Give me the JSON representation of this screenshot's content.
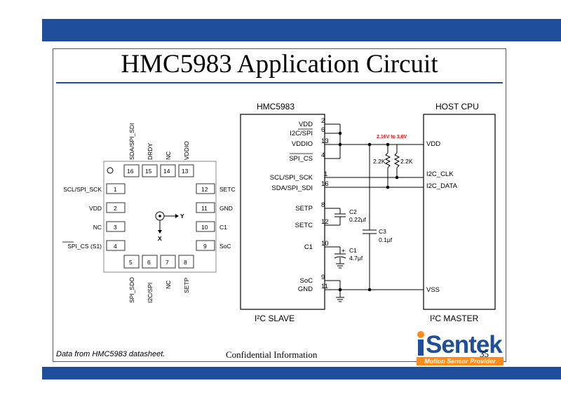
{
  "slide": {
    "title": "HMC5983 Application Circuit",
    "footnote": "Data from HMC5983 datasheet.",
    "confidential": "Confidential Information",
    "page_number": "35",
    "logo_text": "Sentek",
    "logo_tagline": "Motion Sensor Provider"
  },
  "package": {
    "left_pins": [
      {
        "name": "SCL/SPI_SCK",
        "num": "1"
      },
      {
        "name": "VDD",
        "num": "2"
      },
      {
        "name": "NC",
        "num": "3"
      },
      {
        "name": "SPI_CS (S1)",
        "num": "4"
      }
    ],
    "bottom_pins": [
      {
        "name": "SPI_SDO",
        "num": "5"
      },
      {
        "name": "I2C/SPI",
        "num": "6"
      },
      {
        "name": "NC",
        "num": "7"
      },
      {
        "name": "SETP",
        "num": "8"
      }
    ],
    "right_pins": [
      {
        "name": "SoC",
        "num": "9"
      },
      {
        "name": "C1",
        "num": "10"
      },
      {
        "name": "GND",
        "num": "11"
      },
      {
        "name": "SETC",
        "num": "12"
      }
    ],
    "top_pins": [
      {
        "name": "SDA/SPI_SDI",
        "num": "16"
      },
      {
        "name": "DRDY",
        "num": "15"
      },
      {
        "name": "NC",
        "num": "14"
      },
      {
        "name": "VDDIO",
        "num": "13"
      }
    ],
    "axis_y": "Y",
    "axis_x": "X"
  },
  "schematic": {
    "chip_title": "HMC5983",
    "chip_footer": "I²C SLAVE",
    "host_title": "HOST CPU",
    "host_footer": "I²C MASTER",
    "chip_pins": [
      {
        "name": "VDD",
        "num": "2"
      },
      {
        "name": "I2C/SPI",
        "num": "6"
      },
      {
        "name": "VDDIO",
        "num": "13"
      },
      {
        "name": "SPI_CS",
        "num": "4"
      },
      {
        "name": "SCL/SPI_SCK",
        "num": "1"
      },
      {
        "name": "SDA/SPI_SDI",
        "num": "16"
      },
      {
        "name": "SETP",
        "num": "8"
      },
      {
        "name": "SETC",
        "num": "12"
      },
      {
        "name": "C1",
        "num": "10"
      },
      {
        "name": "SoC",
        "num": "9"
      },
      {
        "name": "GND",
        "num": "11"
      }
    ],
    "host_pins": [
      "VDD",
      "I2C_CLK",
      "I2C_DATA",
      "VSS"
    ],
    "voltage_range": "2.16V to 3.6V",
    "r1": "2.2K",
    "r2": "2.2K",
    "c2_name": "C2",
    "c2_value": "0.22μf",
    "c3_name": "C3",
    "c3_value": "0.1μf",
    "c1_name": "C1",
    "c1_value": "4.7μf",
    "plus": "+"
  }
}
